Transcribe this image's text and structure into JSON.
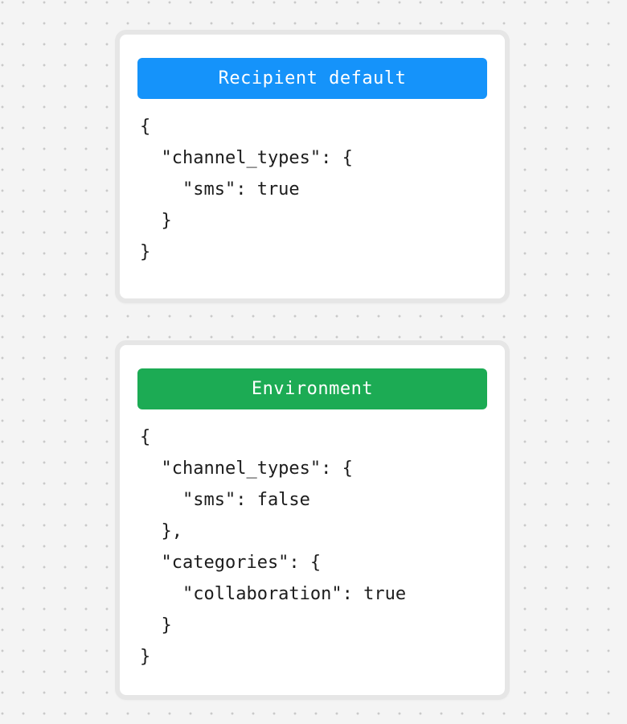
{
  "background": {
    "color": "#f4f4f4",
    "dot_color": "#c9c9c9",
    "pattern": "dot-grid"
  },
  "cards": [
    {
      "id": "recipient-default",
      "header": {
        "title": "Recipient default",
        "background_color": "#1593fa",
        "text_color": "#ffffff"
      },
      "body": {
        "language": "json",
        "text": "{\n  \"channel_types\": {\n    \"sms\": true\n  }\n}",
        "lines": [
          "{",
          "  \"channel_types\": {",
          "    \"sms\": true",
          "  }",
          "}"
        ],
        "parsed": {
          "channel_types": {
            "sms": true
          }
        }
      }
    },
    {
      "id": "environment",
      "header": {
        "title": "Environment",
        "background_color": "#1cab54",
        "text_color": "#ffffff"
      },
      "body": {
        "language": "json",
        "text": "{\n  \"channel_types\": {\n    \"sms\": false\n  },\n  \"categories\": {\n    \"collaboration\": true\n  }\n}",
        "lines": [
          "{",
          "  \"channel_types\": {",
          "    \"sms\": false",
          "  },",
          "  \"categories\": {",
          "    \"collaboration\": true",
          "  }",
          "}"
        ],
        "parsed": {
          "channel_types": {
            "sms": false
          },
          "categories": {
            "collaboration": true
          }
        }
      }
    }
  ]
}
